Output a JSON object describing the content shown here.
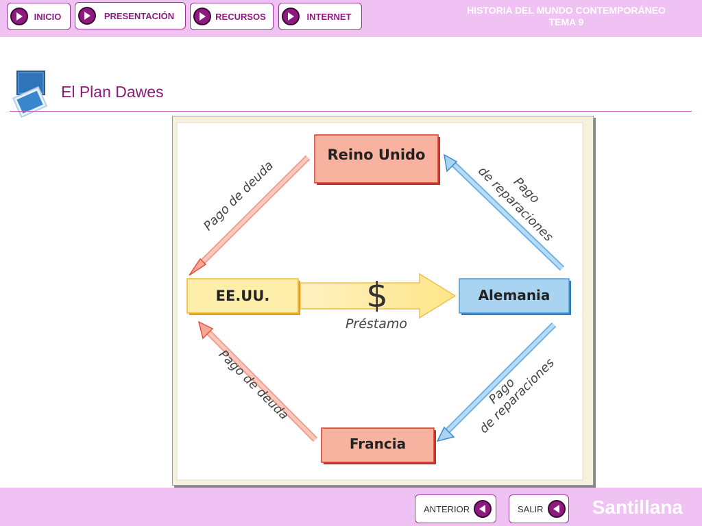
{
  "nav": {
    "inicio": "INICIO",
    "presentacion": "PRESENTACIÓN",
    "recursos": "RECURSOS",
    "internet": "INTERNET"
  },
  "course": {
    "line1": "HISTORIA DEL MUNDO CONTEMPORÁNEO",
    "line2": "TEMA 9"
  },
  "page_title": "El Plan Dawes",
  "diagram": {
    "nodes": {
      "reino_unido": "Reino Unido",
      "eeuu": "EE.UU.",
      "alemania": "Alemania",
      "francia": "Francia"
    },
    "labels": {
      "prestamo_symbol": "$",
      "prestamo": "Préstamo",
      "pago_deuda_top": "Pago de deuda",
      "pago_deuda_bottom": "Pago de deuda",
      "reparaciones_top_1": "Pago",
      "reparaciones_top_2": "de reparaciones",
      "reparaciones_bottom_1": "Pago",
      "reparaciones_bottom_2": "de reparaciones"
    },
    "colors": {
      "uk_fill": "#f8b2a0",
      "fr_fill": "#f8b2a0",
      "red_border": "#d93a2c",
      "us_fill": "#fdeeaa",
      "us_border": "#f2b630",
      "de_fill": "#a8d4f2",
      "de_border": "#4a9ad8"
    }
  },
  "footer": {
    "anterior": "ANTERIOR",
    "salir": "SALIR",
    "brand": "Santillana"
  }
}
